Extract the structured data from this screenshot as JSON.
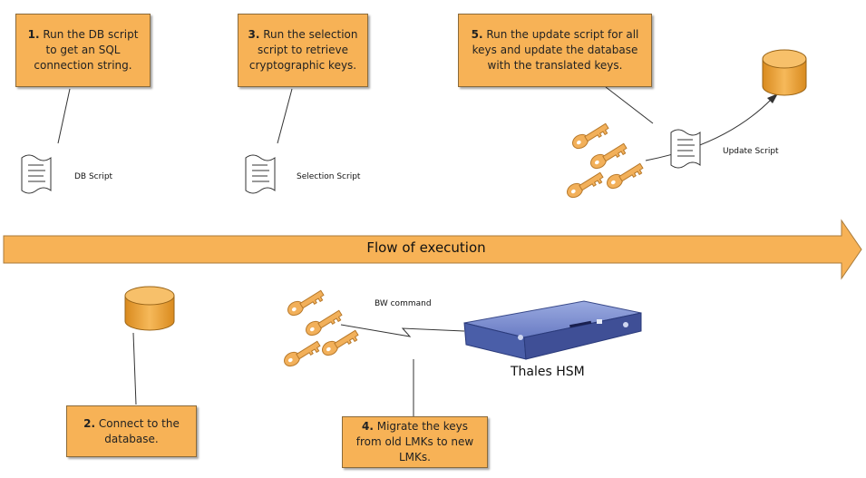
{
  "flow": {
    "label": "Flow of execution"
  },
  "steps": [
    {
      "num": "1.",
      "text": "Run the DB script to get an SQL connection string."
    },
    {
      "num": "2.",
      "text": "Connect to the database."
    },
    {
      "num": "3.",
      "text": "Run the selection script to retrieve cryptographic keys."
    },
    {
      "num": "4.",
      "text": "Migrate the keys from old LMKs to new LMKs."
    },
    {
      "num": "5.",
      "text": "Run the update script for all keys and update the database with the translated keys."
    }
  ],
  "labels": {
    "db_script": "DB Script",
    "selection_script": "Selection Script",
    "update_script": "Update Script",
    "bw_command": "BW command",
    "hsm": "Thales HSM"
  },
  "colors": {
    "box_fill": "#f7b256",
    "arrow_fill": "#f7b256",
    "db_fill": "#f0a436",
    "key_fill": "#f2b05a",
    "hsm_body": "#5a6fb8"
  },
  "icons": [
    "document-icon",
    "database-icon",
    "key-icon",
    "hsm-device-icon",
    "arrow-icon"
  ]
}
